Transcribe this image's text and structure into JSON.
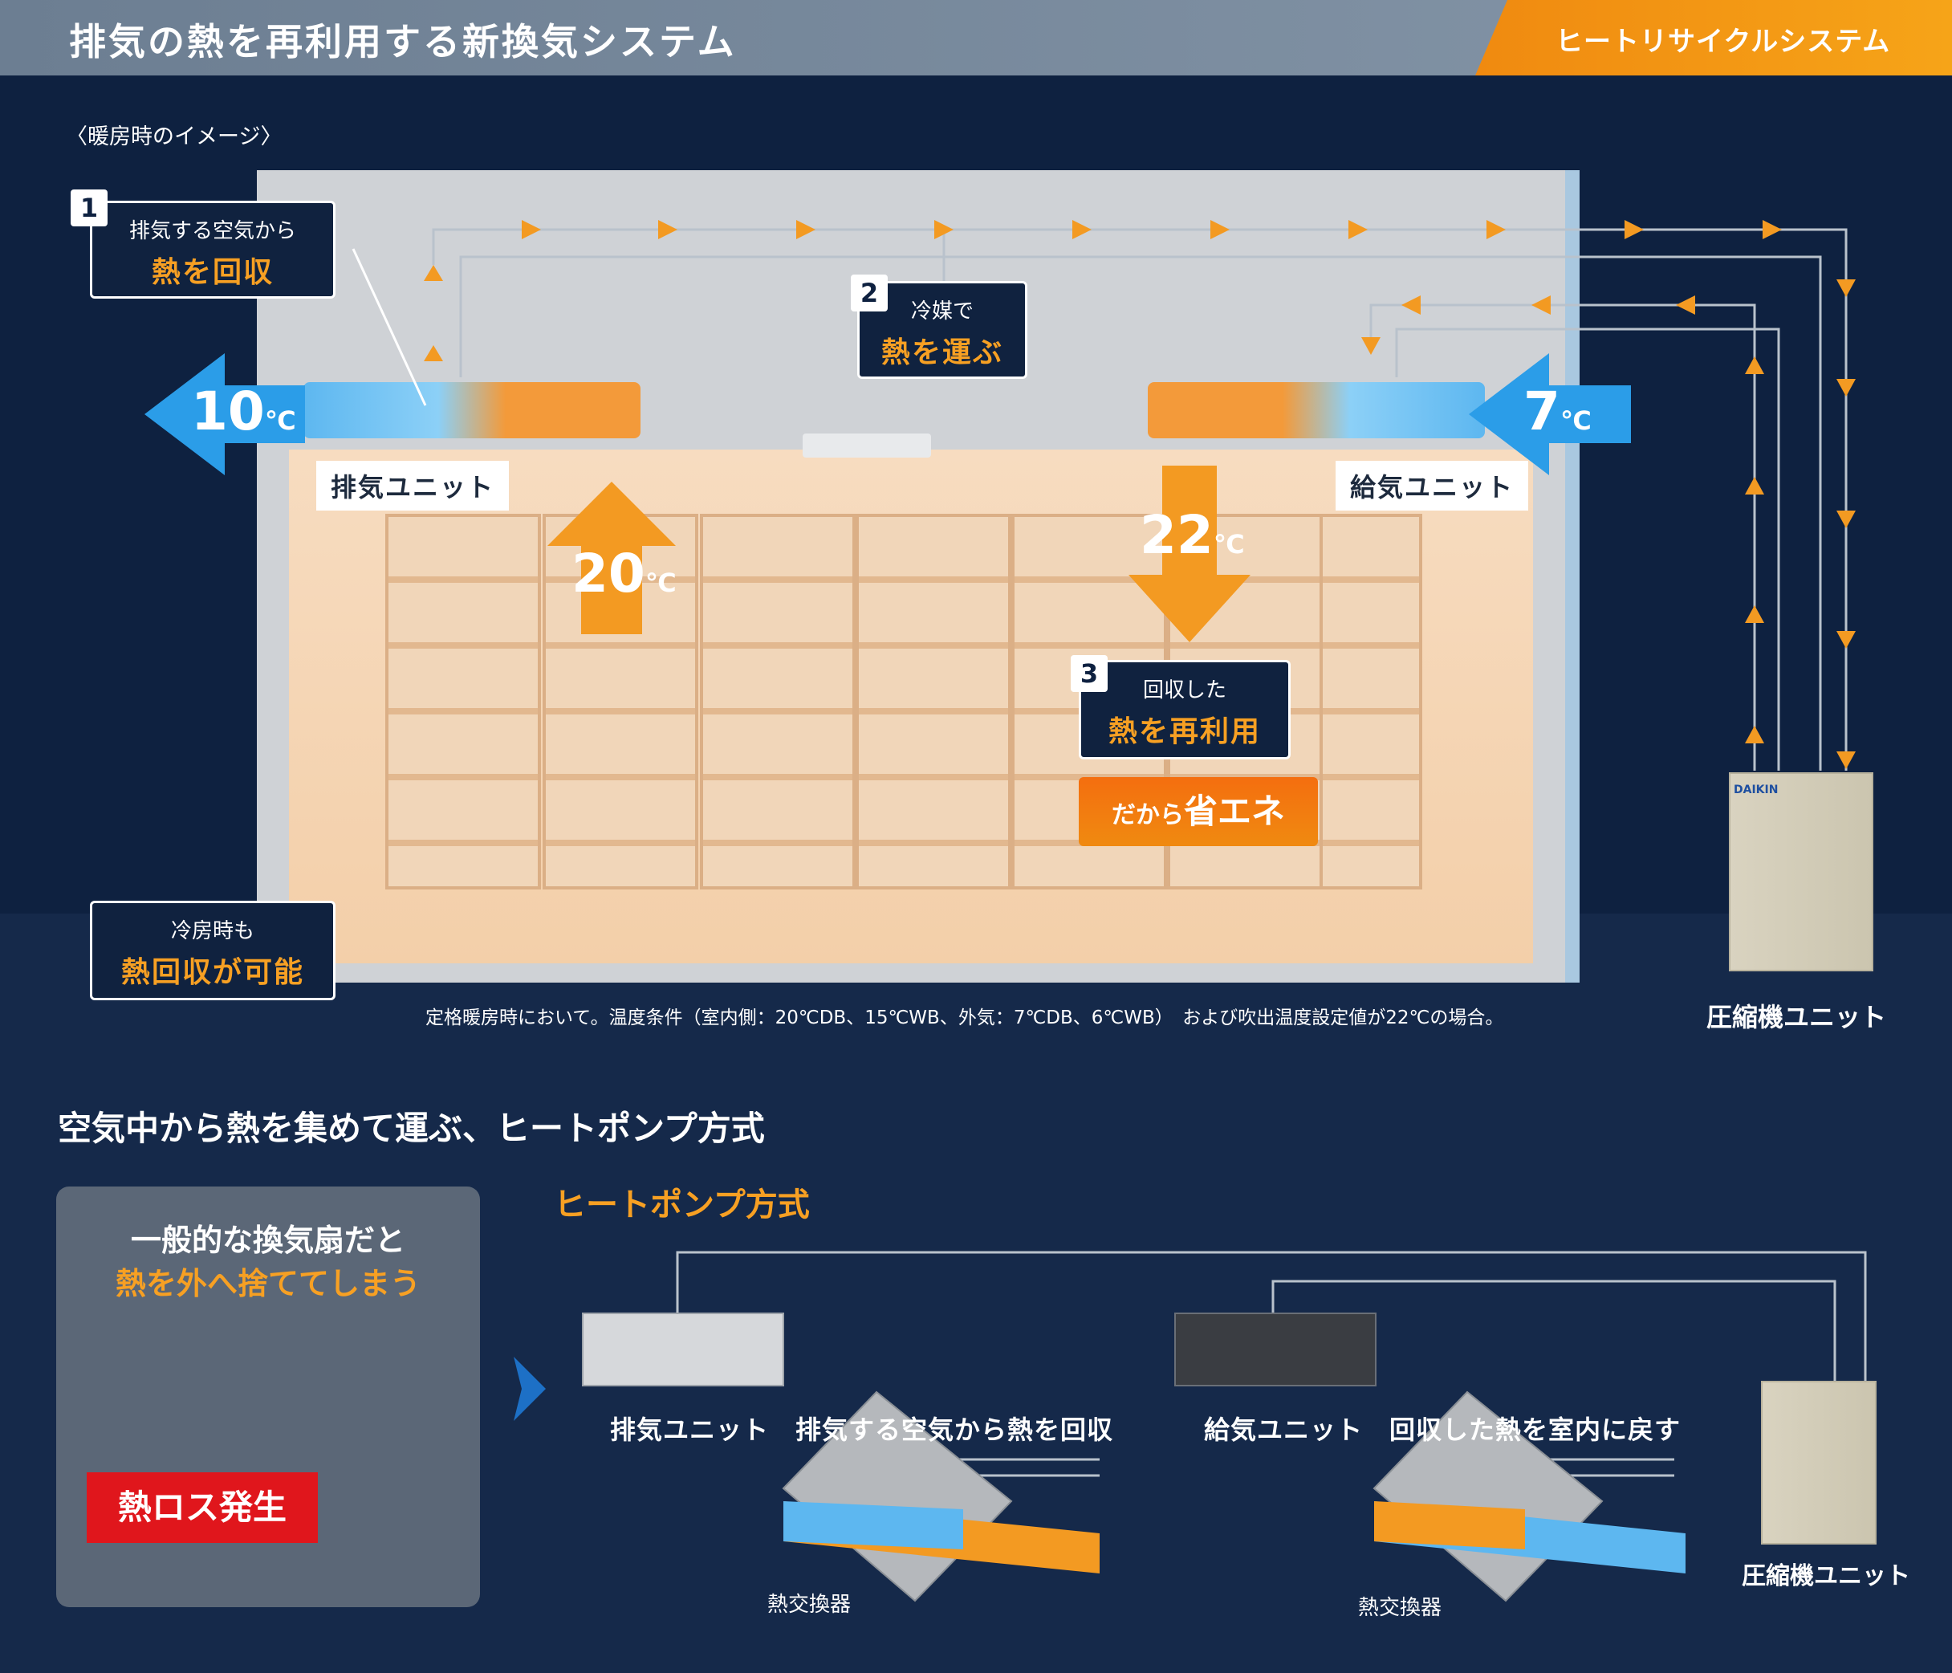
{
  "header": {
    "title": "排気の熱を再利用する新換気システム",
    "tag": "ヒートリサイクルシステム"
  },
  "scene": {
    "subtitle": "〈暖房時のイメージ〉",
    "callouts": [
      {
        "num": "1",
        "small": "排気する空気から",
        "large": "熱を回収"
      },
      {
        "num": "2",
        "small": "冷媒で",
        "large": "熱を運ぶ"
      },
      {
        "num": "3",
        "small": "回収した",
        "large": "熱を再利用"
      }
    ],
    "cooling_note": {
      "small": "冷房時も",
      "large": "熱回収が可能"
    },
    "units": {
      "exhaust": "排気ユニット",
      "supply": "給気ユニット",
      "compressor": "圧縮機ユニット"
    },
    "temps": {
      "exhaust_out": "10",
      "supply_in": "7",
      "room_in": "20",
      "supply_out": "22",
      "unit": "℃"
    },
    "energy_badge": {
      "prefix": "だから",
      "main": "省エネ"
    },
    "footnote": "定格暖房時において。温度条件（室内側：20℃DB、15℃WB、外気：7℃DB、6℃WB）　および吹出温度設定値が22℃の場合。",
    "brand": "DAIKIN"
  },
  "section2": {
    "title": "空気中から熱を集めて運ぶ、ヒートポンプ方式",
    "panel": {
      "line1": "一般的な換気扇だと",
      "line2": "熱を外へ捨ててしまう",
      "badge": "熱ロス発生"
    },
    "hp_title": "ヒートポンプ方式",
    "exhaust_label": "排気ユニット　排気する空気から熱を回収",
    "supply_label": "給気ユニット　回収した熱を室内に戻す",
    "hx_label": "熱交換器",
    "compressor_label": "圧縮機ユニット"
  },
  "colors": {
    "orange": "#f7a023",
    "blue": "#2b9de8",
    "navy": "#0e2140",
    "red": "#e0161c"
  }
}
